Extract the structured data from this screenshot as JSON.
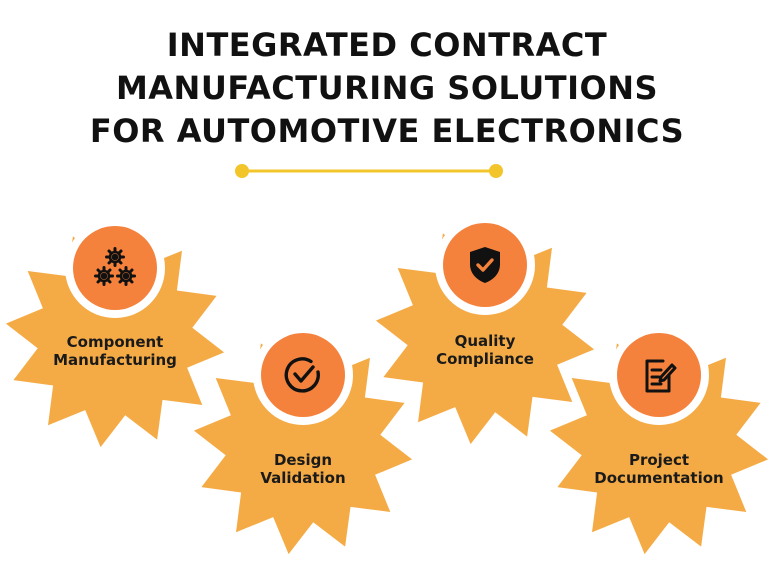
{
  "title": {
    "line1": "INTEGRATED CONTRACT",
    "line2": "MANUFACTURING SOLUTIONS",
    "line3": "FOR AUTOMOTIVE ELECTRONICS"
  },
  "colors": {
    "star": "#f5ab45",
    "icon_circle": "#f4823d",
    "divider": "#f2c52a"
  },
  "steps": [
    {
      "icon": "gears-icon",
      "line1": "Component",
      "line2": "Manufacturing"
    },
    {
      "icon": "check-circle-icon",
      "line1": "Design",
      "line2": "Validation"
    },
    {
      "icon": "shield-check-icon",
      "line1": "Quality",
      "line2": "Compliance"
    },
    {
      "icon": "document-edit-icon",
      "line1": "Project",
      "line2": "Documentation"
    }
  ]
}
